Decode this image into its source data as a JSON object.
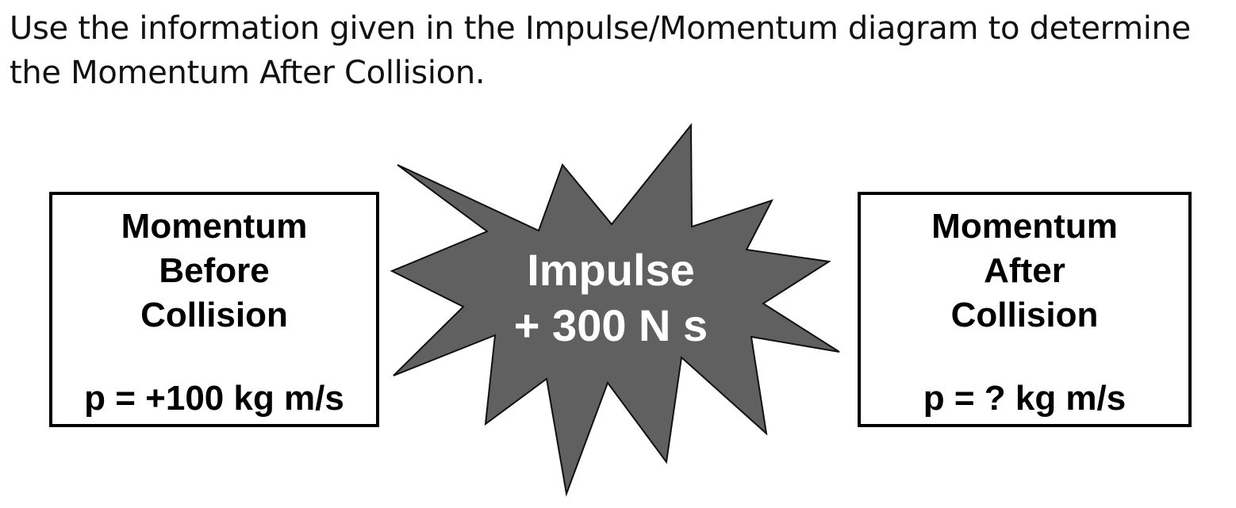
{
  "question": "Use the information given in the Impulse/Momentum diagram to determine the Momentum After Collision.",
  "diagram": {
    "before": {
      "title_lines": [
        "Momentum",
        "Before",
        "Collision"
      ],
      "value": "p = +100 kg m/s"
    },
    "impulse": {
      "label": "Impulse",
      "value": "+ 300 N s",
      "fill_color": "#606060",
      "stroke_color": "#111111",
      "text_color": "#ffffff"
    },
    "after": {
      "title_lines": [
        "Momentum",
        "After",
        "Collision"
      ],
      "value": "p = ? kg m/s"
    }
  }
}
